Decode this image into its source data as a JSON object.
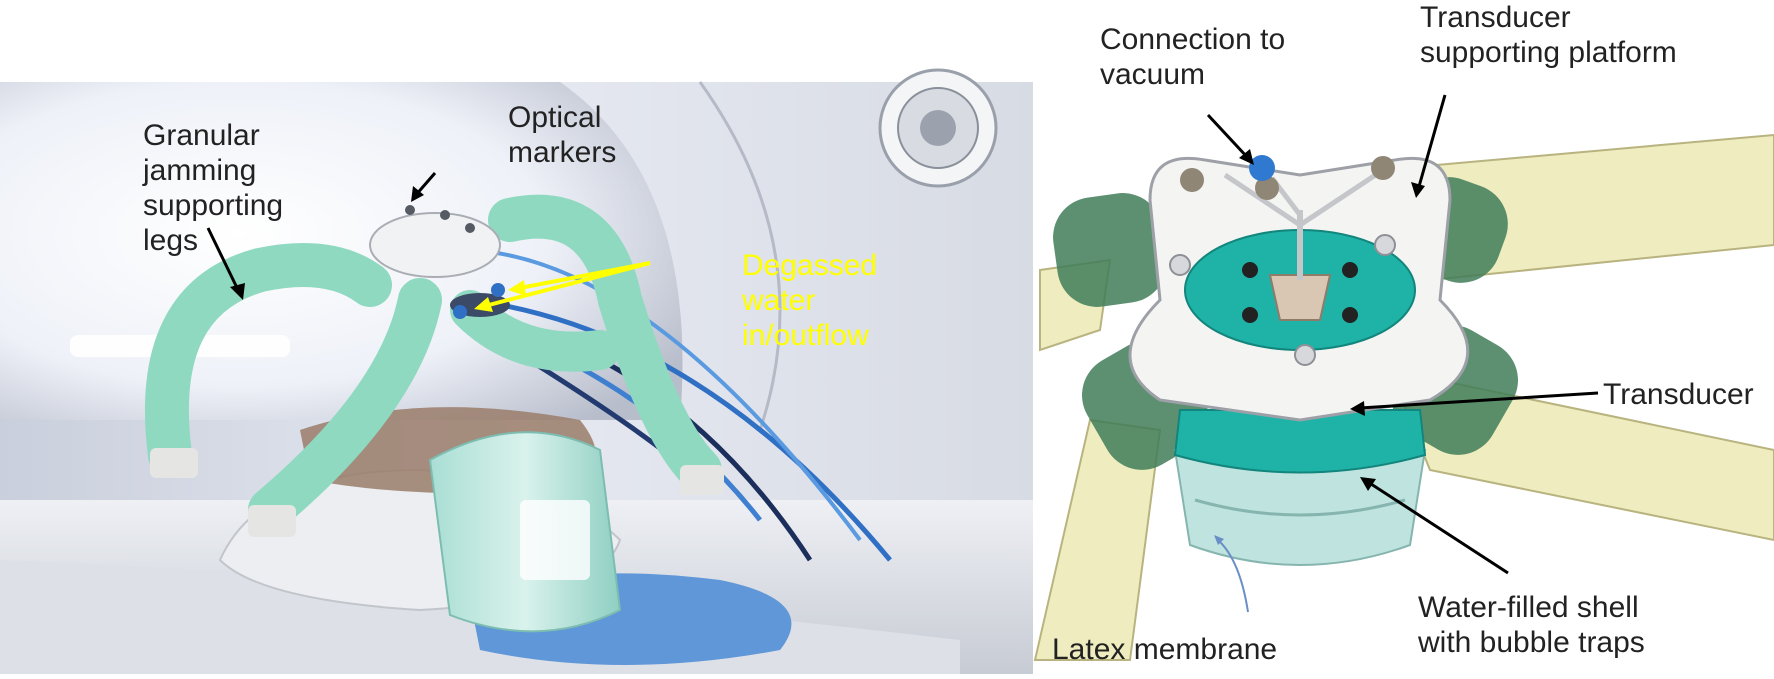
{
  "labels": {
    "granular_legs": "Granular\njamming\nsupporting\nlegs",
    "optical_markers": "Optical\nmarkers",
    "degassed_water": "Degassed\nwater\nin/outflow",
    "connection_vacuum": "Connection to\nvacuum",
    "transducer_platform": "Transducer\nsupporting platform",
    "transducer": "Transducer",
    "water_shell": "Water-filled shell\nwith bubble traps",
    "latex_membrane": "Latex membrane"
  },
  "colors": {
    "label_text": "#222222",
    "highlight_text": "#ffff00",
    "foam_green": "#8fd9c0",
    "transducer_teal": "#1fb3a8",
    "leg_yellow": "#efedbf",
    "mesh_green": "#3f7d58",
    "tube_blue": "#3f7fd0"
  }
}
